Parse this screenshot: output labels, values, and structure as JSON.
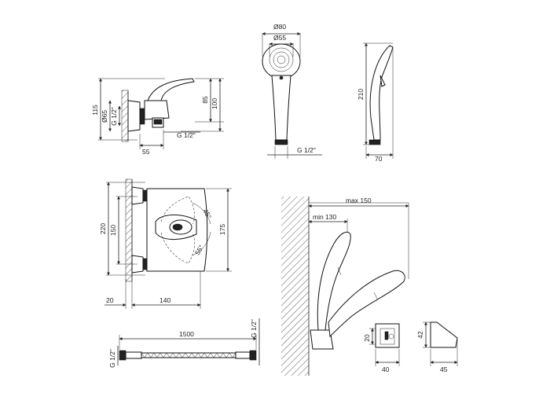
{
  "diagram": {
    "mixer_side": {
      "total_height": "115",
      "body_diameter": "Ø65",
      "handle_height": "85",
      "height": "100",
      "inlet_thread": "G 1/2\"",
      "outlet_thread": "G 1/2\"",
      "depth": "55"
    },
    "hand_shower_front": {
      "head_outer_diameter": "Ø80",
      "head_inner_diameter": "Ø55",
      "connection_thread": "G 1/2\""
    },
    "hand_shower_side": {
      "length": "210",
      "width": "70"
    },
    "mixer_front": {
      "height_total": "220",
      "centers": "150",
      "height_right": "175",
      "wall_offset": "20",
      "projection": "140",
      "angle_upper": "45°",
      "angle_lower": "55°"
    },
    "holder_install": {
      "max_reach": "max 150",
      "min_reach": "min 130"
    },
    "hose": {
      "length": "1500",
      "thread_left": "G 1/2\"",
      "thread_right": "G 1/2\""
    },
    "holder_bracket": {
      "height": "20",
      "width": "40",
      "side_height": "42",
      "side_width": "45"
    }
  }
}
